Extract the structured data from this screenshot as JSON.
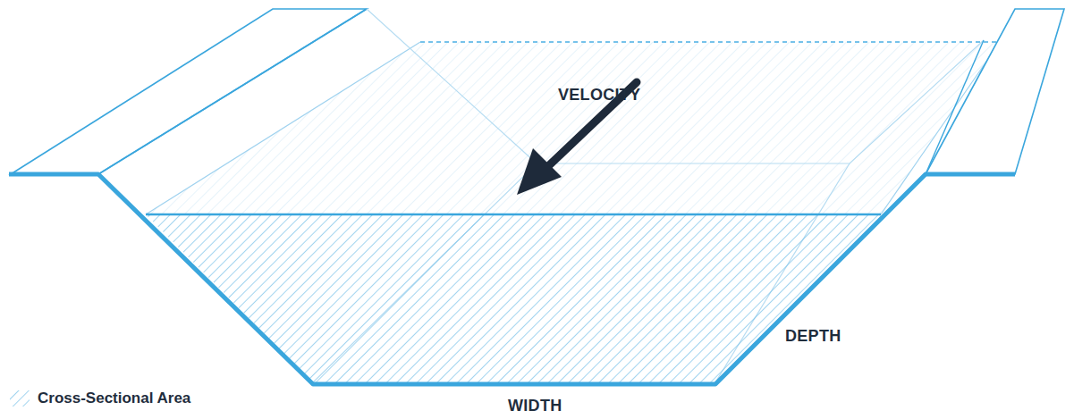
{
  "diagram": {
    "labels": [
      "VELOCITY",
      "DEPTH",
      "WIDTH"
    ],
    "legend": [
      {
        "text": "Cross-Sectional Area"
      }
    ]
  }
}
